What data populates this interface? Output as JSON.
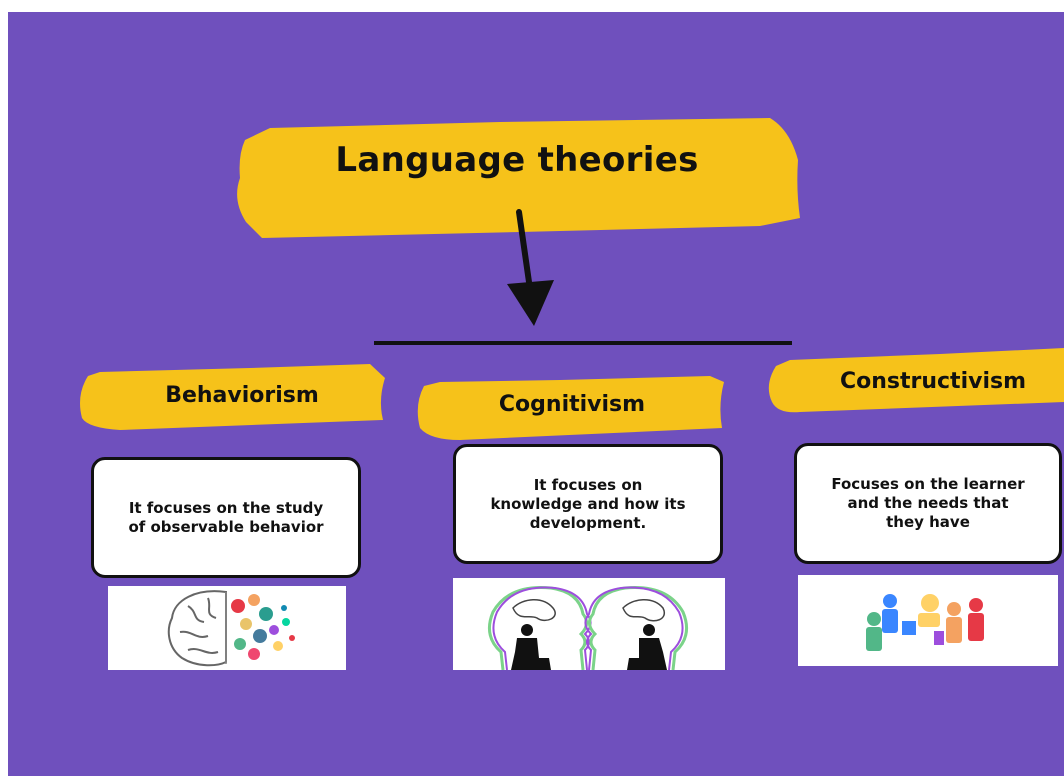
{
  "title": "Language theories",
  "branches": [
    {
      "name": "Behaviorism",
      "description": "It focuses on the study of observable behavior",
      "image": "brain-illustration"
    },
    {
      "name": "Cognitivism",
      "description": "It focuses on knowledge and how its development.",
      "image": "two-heads-conversation-illustration"
    },
    {
      "name": "Constructivism",
      "description": "Focuses on the learner and the needs that they have",
      "image": "figures-building-puzzle-illustration"
    }
  ],
  "colors": {
    "background": "#6f50bd",
    "highlight": "#f6c21a",
    "text": "#111111",
    "box": "#ffffff"
  }
}
